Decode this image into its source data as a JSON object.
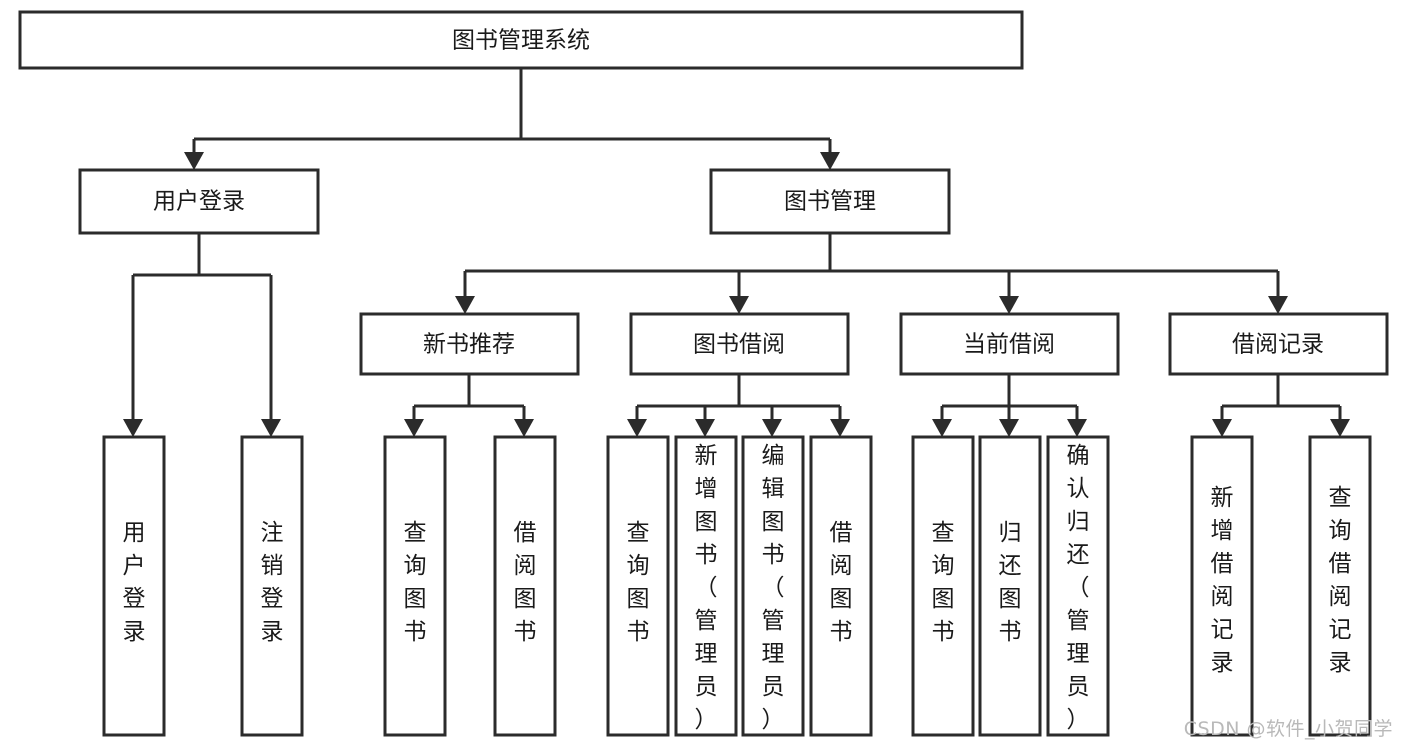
{
  "diagram": {
    "type": "tree",
    "title": "图书管理系统",
    "watermark": "CSDN @软件_小贺同学",
    "root": {
      "label": "图书管理系统"
    },
    "level2": [
      {
        "id": "user-login",
        "label": "用户登录"
      },
      {
        "id": "book-manage",
        "label": "图书管理"
      }
    ],
    "level3": [
      {
        "id": "new-book-recommend",
        "label": "新书推荐",
        "parent": "book-manage"
      },
      {
        "id": "book-borrow",
        "label": "图书借阅",
        "parent": "book-manage"
      },
      {
        "id": "current-borrow",
        "label": "当前借阅",
        "parent": "book-manage"
      },
      {
        "id": "borrow-record",
        "label": "借阅记录",
        "parent": "book-manage"
      }
    ],
    "leaves": {
      "user-login": [
        {
          "id": "leaf-user-login",
          "label": "用户登录"
        },
        {
          "id": "leaf-logout",
          "label": "注销登录"
        }
      ],
      "new-book-recommend": [
        {
          "id": "leaf-query-book-1",
          "label": "查询图书"
        },
        {
          "id": "leaf-borrow-book-1",
          "label": "借阅图书"
        }
      ],
      "book-borrow": [
        {
          "id": "leaf-query-book-2",
          "label": "查询图书"
        },
        {
          "id": "leaf-add-book",
          "label": "新增图书（管理员）"
        },
        {
          "id": "leaf-edit-book",
          "label": "编辑图书（管理员）"
        },
        {
          "id": "leaf-borrow-book-2",
          "label": "借阅图书"
        }
      ],
      "current-borrow": [
        {
          "id": "leaf-query-book-3",
          "label": "查询图书"
        },
        {
          "id": "leaf-return-book",
          "label": "归还图书"
        },
        {
          "id": "leaf-confirm-return",
          "label": "确认归还（管理员）"
        }
      ],
      "borrow-record": [
        {
          "id": "leaf-add-record",
          "label": "新增借阅记录"
        },
        {
          "id": "leaf-query-record",
          "label": "查询借阅记录"
        }
      ]
    },
    "colors": {
      "box_fill": "#ffffff",
      "box_stroke": "#2b2b2b",
      "text": "#1a1a1a",
      "watermark": "#b9b9b9",
      "background": "#ffffff"
    }
  }
}
